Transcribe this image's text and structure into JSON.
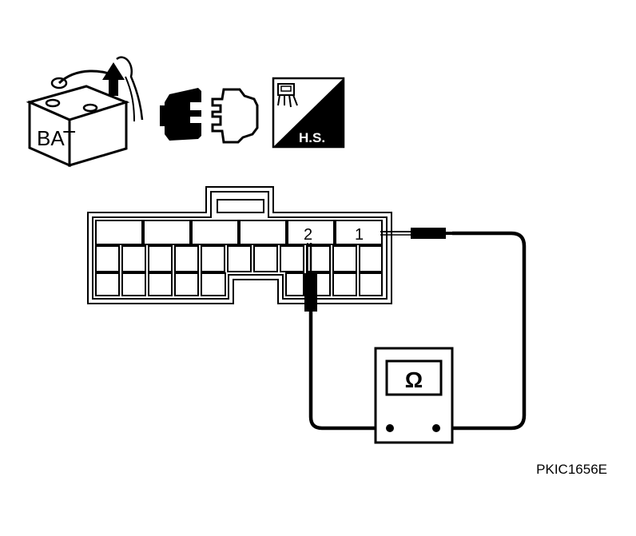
{
  "icons": {
    "battery": {
      "name": "battery-disconnect-icon",
      "label": "BAT"
    },
    "connector": {
      "name": "connector-disconnect-icon"
    },
    "harness": {
      "name": "harness-side-icon",
      "label": "H.S."
    }
  },
  "connector": {
    "pins": [
      {
        "number": "2"
      },
      {
        "number": "1"
      }
    ]
  },
  "meter": {
    "symbol": "Ω"
  },
  "figure_code": "PKIC1656E",
  "colors": {
    "ink": "#000000",
    "background": "#ffffff"
  }
}
